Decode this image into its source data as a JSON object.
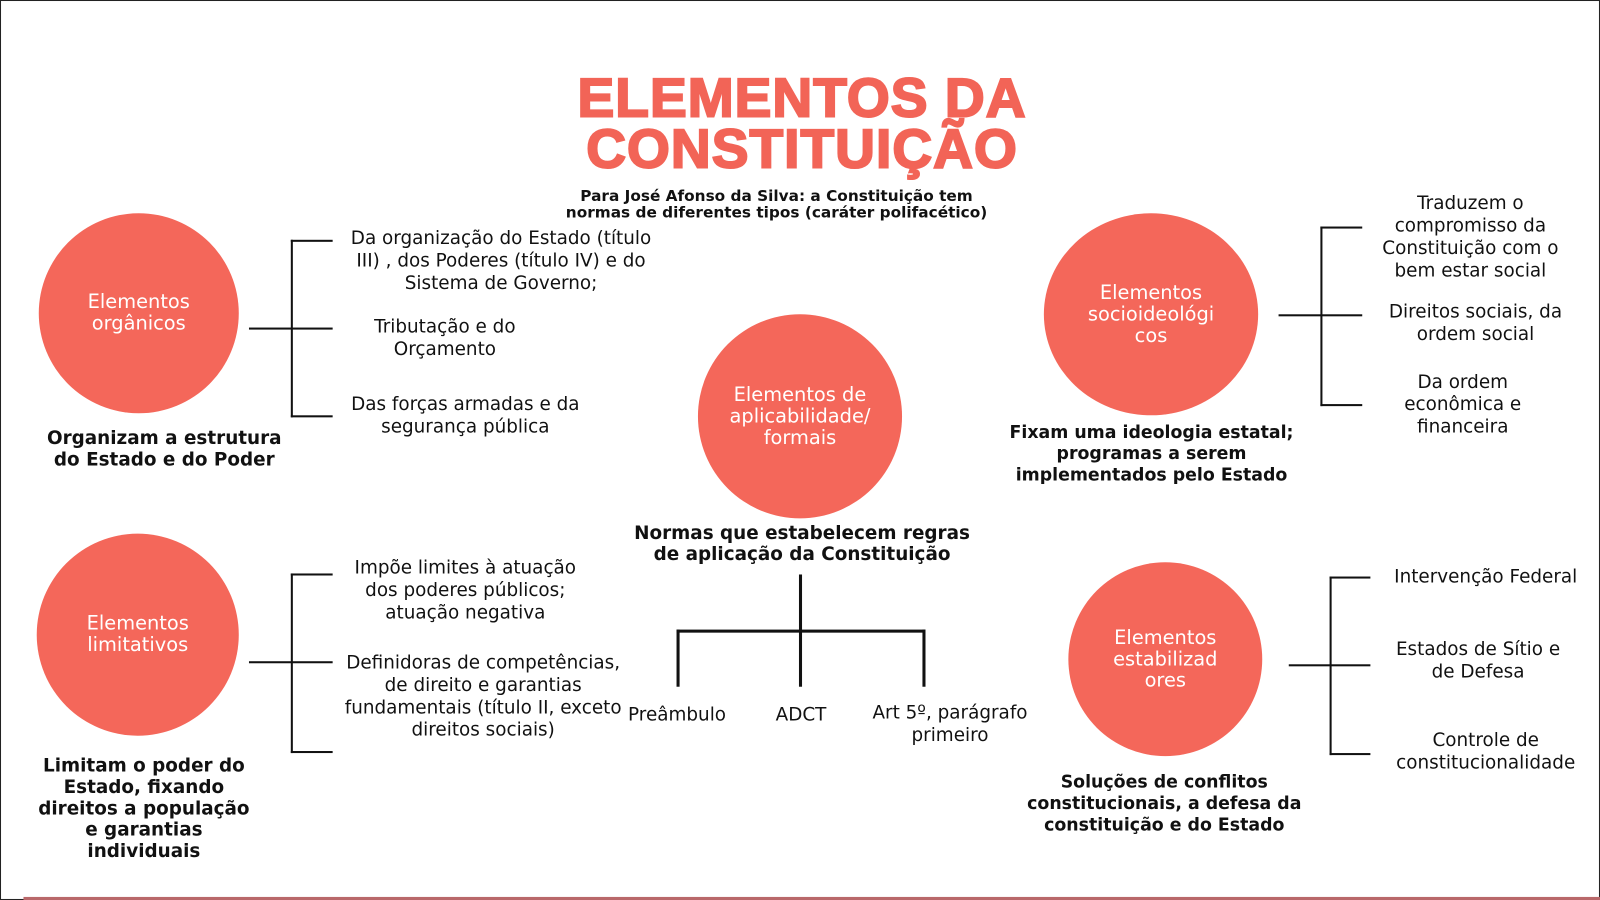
{
  "title": "ELEMENTOS DA CONSTITUIÇÃO",
  "subtitle": "Para José Afonso da Silva: a Constituição tem normas de diferentes tipos (caráter polifacético)",
  "accent_color": "#f4675a",
  "organicos": {
    "label": "Elementos orgânicos",
    "description": "Organizam a estrutura do Estado e do Poder",
    "items": [
      "Da organização do Estado (título III) , dos Poderes (título IV) e do Sistema de Governo;",
      "Tributação e do Orçamento",
      "Das forças armadas e da segurança pública"
    ]
  },
  "limitativos": {
    "label": "Elementos limitativos",
    "description": "Limitam o poder do Estado, fixando direitos a população e garantias individuais",
    "items": [
      "Impõe limites à atuação dos poderes públicos; atuação negativa",
      "Definidoras de competências, de direito e garantias fundamentais (título II, exceto direitos sociais)"
    ]
  },
  "formais": {
    "label": "Elementos de aplicabilidade/ formais",
    "description": "Normas que estabelecem regras de aplicação da Constituição",
    "items": [
      "Preâmbulo",
      "ADCT",
      "Art 5º, parágrafo primeiro"
    ]
  },
  "socioideologicos": {
    "label": "Elementos socioideológi cos",
    "description": "Fixam uma ideologia estatal; programas a serem implementados pelo Estado",
    "items": [
      "Traduzem o compromisso da Constituição com o bem estar social",
      "Direitos sociais, da ordem social",
      "Da ordem econômica e financeira"
    ]
  },
  "estabilizadores": {
    "label": "Elementos estabilizad ores",
    "description": "Soluções de conflitos constitucionais, a defesa da constituição e do Estado",
    "items": [
      "Intervenção Federal",
      "Estados de Sítio e de Defesa",
      "Controle de constitucionalidade"
    ]
  }
}
